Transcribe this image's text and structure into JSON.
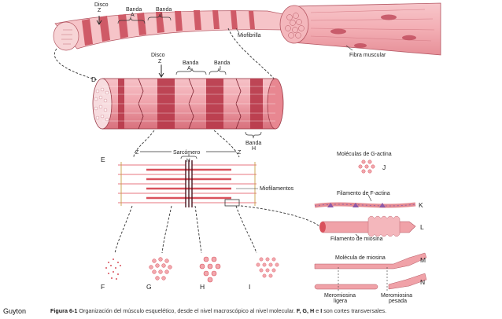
{
  "labels": {
    "disco": "Disco",
    "z": "Z",
    "banda_a": "Banda\nA",
    "banda_i": "Banda\nI",
    "banda_h": "Banda\nH",
    "miofibrilla": "Miofibrilla",
    "fibra_muscular": "Fibra muscular",
    "sarcomero": "Sarcómero",
    "h": "H",
    "miofilamentos": "Miofilamentos",
    "g_actina": "Moléculas de G-actina",
    "f_actina": "Filamento de F-actina",
    "filamento_miosina": "Filamento de miosina",
    "molecula_miosina": "Molécula de miosina",
    "meromiosina_ligera": "Meromiosina\nligera",
    "meromiosina_pesada": "Meromiosina\npesada"
  },
  "panel_letters": [
    "D",
    "E",
    "F",
    "G",
    "H",
    "I",
    "J",
    "K",
    "L",
    "M",
    "N"
  ],
  "caption": {
    "figure": "Figura 6-1",
    "text": " Organización del músculo esquelético, desde el nivel macroscópico al nivel molecular. ",
    "tail_bold": "F, G, H",
    "tail_mid": " e ",
    "tail_bold2": "I",
    "tail_end": " son cortes transversales."
  },
  "credit": "Guyton",
  "colors": {
    "muscle_light": "#f3b3b8",
    "muscle_mid": "#e48b93",
    "muscle_dark": "#b8394a",
    "thin_filament": "#e7757f",
    "thick_filament": "#d9515c",
    "myosin_head": "#f0a2a8",
    "actin_purple": "#8d5aa8"
  }
}
